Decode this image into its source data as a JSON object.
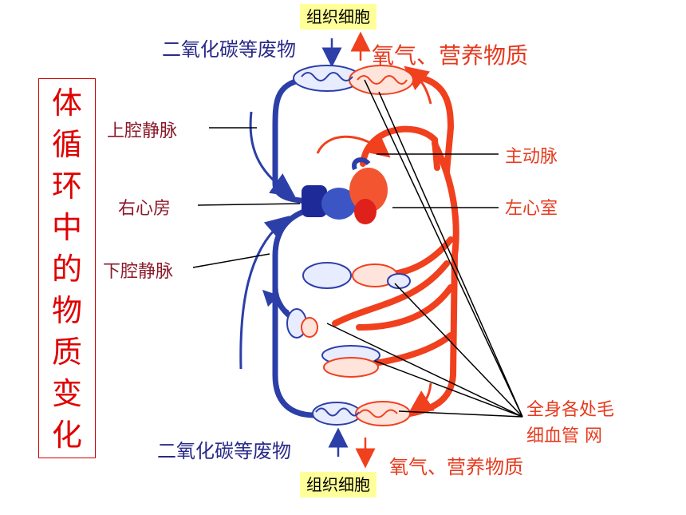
{
  "title_chars": [
    "体",
    "循",
    "环",
    "中",
    "的",
    "物",
    "质",
    "变",
    "化"
  ],
  "labels": {
    "tissue_top": "组织细胞",
    "tissue_bottom": "组织细胞",
    "co2_top": "二氧化碳等废物",
    "co2_bottom": "二氧化碳等废物",
    "o2_top": "氧气、营养物质",
    "o2_bottom": "氧气、营养物质",
    "superior_vena_cava": "上腔静脉",
    "right_atrium": "右心房",
    "inferior_vena_cava": "下腔静脉",
    "aorta": "主动脉",
    "left_ventricle": "左心室",
    "capillary_line1": "全身各处毛",
    "capillary_line2": "细血管 网"
  },
  "colors": {
    "venous_blue": "#2c3fa8",
    "arterial_red": "#f0401e",
    "title_red": "#e00000",
    "label_dark_red": "#8b1a2b",
    "tissue_bg": "#ffff99"
  }
}
